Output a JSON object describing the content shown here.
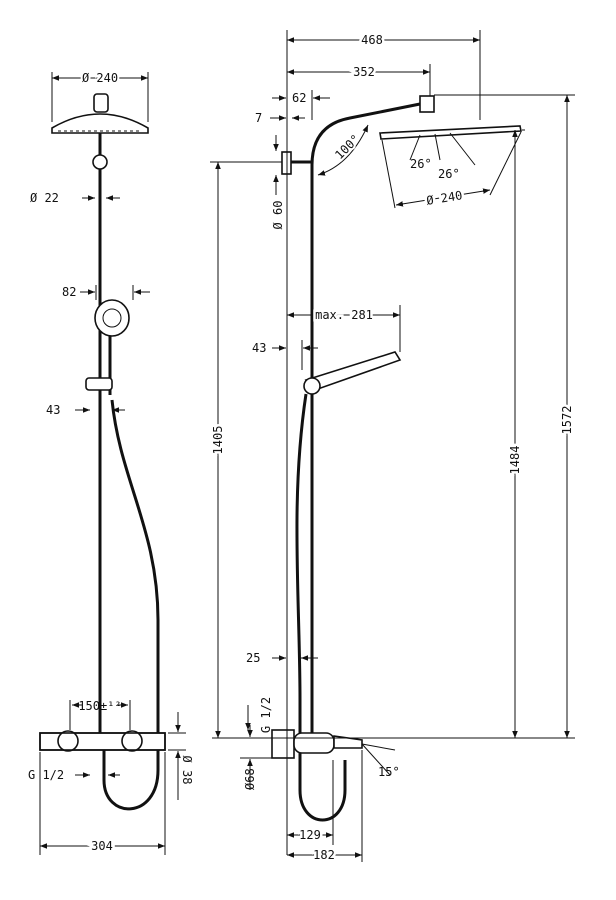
{
  "title": "Shower system dimension drawing",
  "front_view": {
    "head_diameter": "Ø 240",
    "pipe_diameter": "Ø 22",
    "handshower_width": "82",
    "holder_offset": "43",
    "spacing": "150±¹²",
    "connection": "G 1/2",
    "mixer_diameter": "Ø 38",
    "mixer_width": "304"
  },
  "side_view": {
    "total_projection": "468",
    "arm_length": "352",
    "bracket_offset": "62",
    "wall_gap": "7",
    "bracket_diameter": "Ø 60",
    "arm_angle": "100°",
    "head_angle_1": "26°",
    "head_angle_2": "26°",
    "head_diameter": "Ø 240",
    "handshower_reach": "max. 281",
    "holder_offset": "43",
    "bracket_height": "1405",
    "head_height": "1484",
    "total_height": "1572",
    "mixer_offset": "25",
    "connection": "G 1/2",
    "escutcheon_diameter": "Ø68",
    "spout_angle": "15°",
    "mixer_depth": "129",
    "spout_depth": "182"
  }
}
